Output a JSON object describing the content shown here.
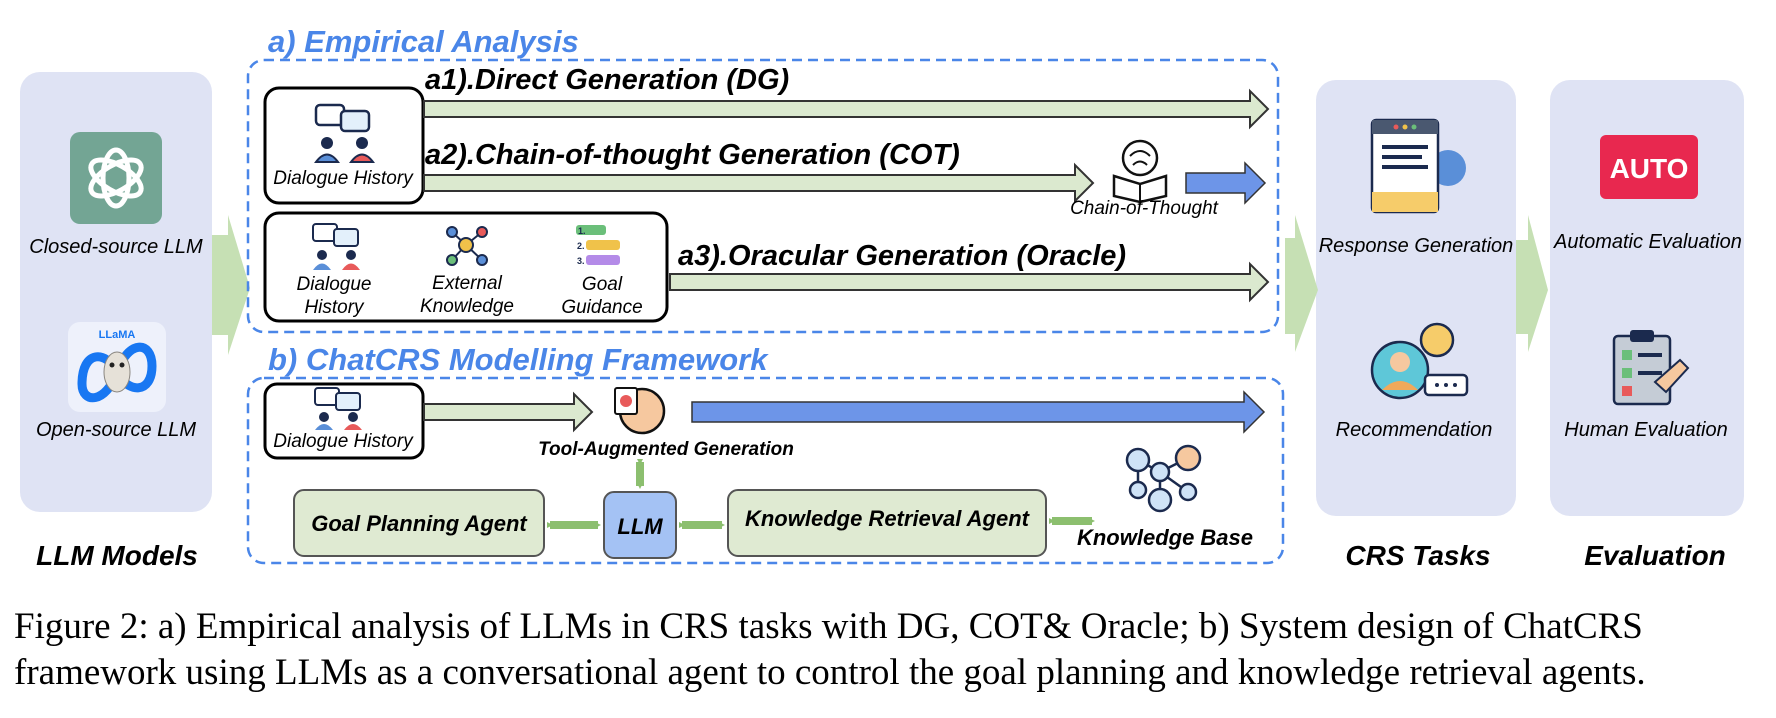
{
  "llm_models": {
    "closed_source_label": "Closed-source LLM",
    "open_source_label": "Open-source LLM",
    "llama_badge": "LLaMA",
    "column_title": "LLM Models"
  },
  "empirical": {
    "title": "a) Empirical Analysis",
    "dg_label": "a1).Direct Generation (DG)",
    "cot_label": "a2).Chain-of-thought Generation (COT)",
    "oracle_label": "a3).Oracular Generation (Oracle)",
    "dialogue_history": "Dialogue History",
    "cot_caption": "Chain-of-Thought",
    "dialogue_history_l1": "Dialogue",
    "dialogue_history_l2": "History",
    "external_knowledge_l1": "External",
    "external_knowledge_l2": "Knowledge",
    "goal_guidance_l1": "Goal",
    "goal_guidance_l2": "Guidance",
    "goal_list_nums": [
      "1.",
      "2.",
      "3."
    ]
  },
  "framework": {
    "title": "b) ChatCRS Modelling Framework",
    "dialogue_history": "Dialogue History",
    "tool_augmented": "Tool-Augmented Generation",
    "goal_agent": "Goal Planning Agent",
    "llm": "LLM",
    "knowledge_agent": "Knowledge Retrieval Agent",
    "knowledge_base": "Knowledge Base"
  },
  "crs_tasks": {
    "response_generation": "Response Generation",
    "recommendation": "Recommendation",
    "column_title": "CRS Tasks"
  },
  "evaluation": {
    "auto_badge": "AUTO",
    "automatic_label": "Automatic Evaluation",
    "human_label": "Human Evaluation",
    "column_title": "Evaluation"
  },
  "caption": {
    "line1": "Figure 2: a) Empirical analysis of LLMs in CRS tasks with DG, COT& Oracle; b) System design of ChatCRS",
    "line2": "framework using LLMs as a conversational agent to control the goal planning and knowledge retrieval agents."
  },
  "colors": {
    "panel_bg": "#dfe3f4",
    "dashed_blue": "#4a86e8",
    "arrow_green_fill": "#dbe9cf",
    "big_arrow_green": "#c6e0b4",
    "double_arrow_green": "#8cbf6f",
    "blue_arrow": "#6d95e8",
    "agent_box": "#dfead2",
    "llm_box": "#a4c2f4",
    "openai_teal": "#73a594",
    "auto_red": "#e8284f"
  }
}
